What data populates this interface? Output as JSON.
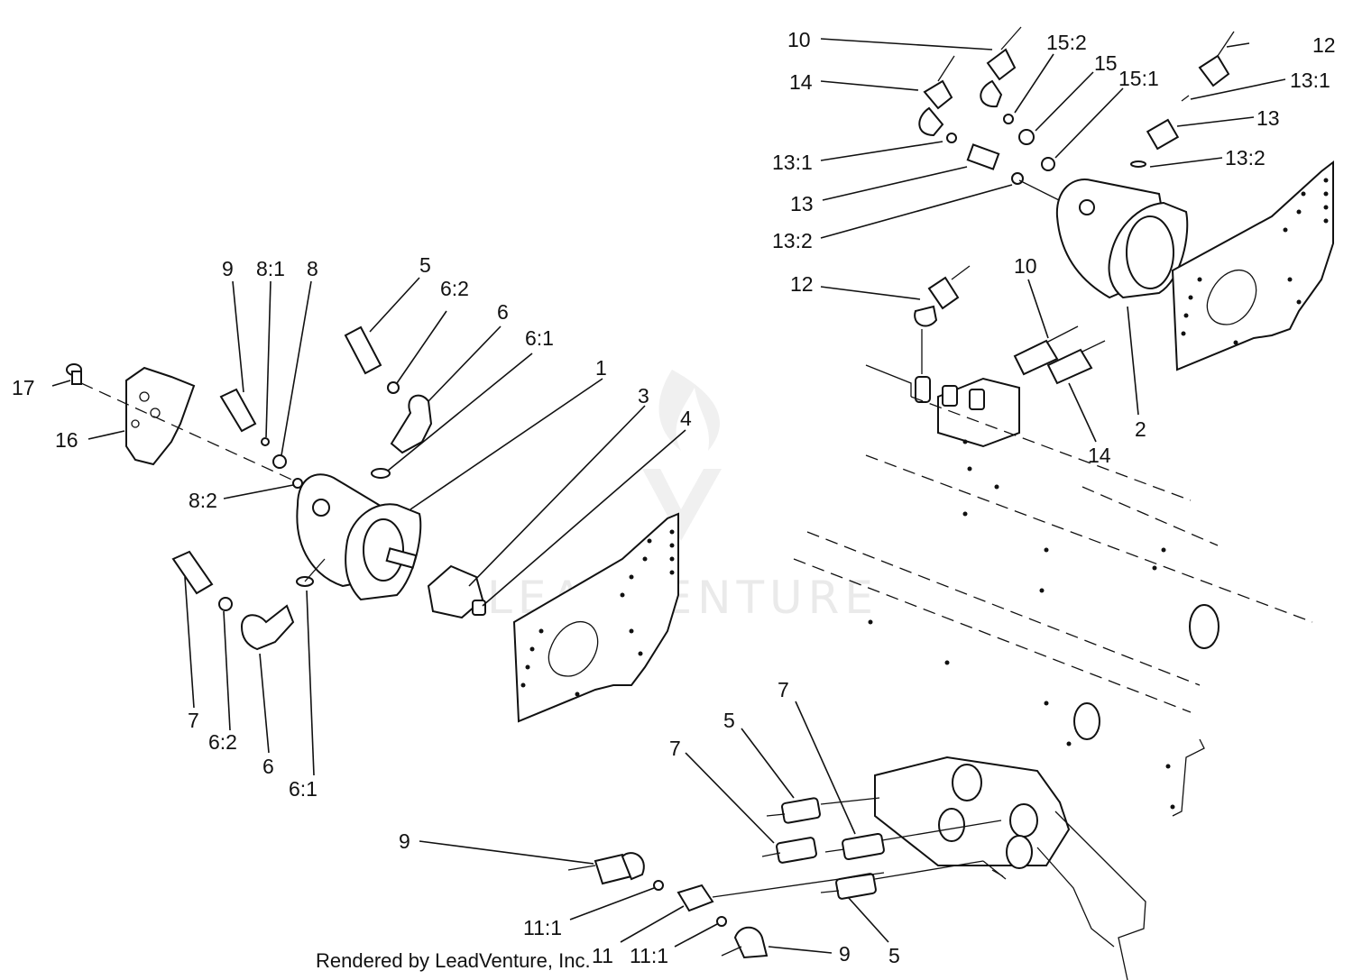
{
  "labels": {
    "l10_top": "10",
    "l14_top": "14",
    "l15_2": "15:2",
    "l15": "15",
    "l15_1": "15:1",
    "l12_top": "12",
    "l13_1_right": "13:1",
    "l13_right": "13",
    "l13_2_right": "13:2",
    "l13_1_left": "13:1",
    "l13_left": "13",
    "l13_2_left": "13:2",
    "l12_mid": "12",
    "l10_mid": "10",
    "l14_mid": "14",
    "l2": "2",
    "l9_left": "9",
    "l8_1": "8:1",
    "l8": "8",
    "l5_left": "5",
    "l6_2_top": "6:2",
    "l6_top": "6",
    "l6_1_top": "6:1",
    "l1": "1",
    "l3": "3",
    "l4": "4",
    "l17": "17",
    "l16": "16",
    "l8_2": "8:2",
    "l7_left": "7",
    "l6_2_bot": "6:2",
    "l6_bot": "6",
    "l6_1_bot": "6:1",
    "l7_b1": "7",
    "l5_b1": "5",
    "l7_b2": "7",
    "l9_b": "9",
    "l11_1_a": "11:1",
    "l11": "11",
    "l11_1_b": "11:1",
    "l9_br": "9",
    "l5_br": "5"
  },
  "footer": {
    "text": "Rendered by LeadVenture, Inc."
  },
  "watermark": {
    "text": "LEADVENTURE"
  }
}
